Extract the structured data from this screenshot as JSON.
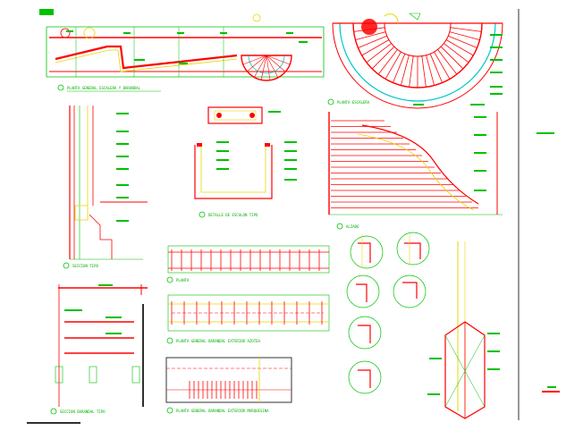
{
  "sheet": {
    "background": "#ffffff",
    "colors": {
      "wall": "#ff0000",
      "green": "#00c000",
      "yellow": "#e6d800",
      "cyan": "#00c8c8",
      "dark": "#303030",
      "white_dim": "#c0c0c0"
    }
  },
  "titles": {
    "plan_general": "PLANTA GENERAL ESCALERA Y BARANDAL",
    "plan_escalera": "PLANTA ESCALERA",
    "seccion_tipo": "SECCION TIPO",
    "detalle_escalon": "DETALLE DE ESCALON TIPO",
    "alzado": "ALZADO",
    "planta_baranda": "PLANTA",
    "planta_b2": "PLANTA",
    "planta_general_barandal": "PLANTA GENERAL BARANDAL EXTERIOR AZOTEA",
    "planta_general_barandal_2": "PLANTA GENERAL BARANDAL EXTERIOR MARQUESINA",
    "seccion_barandal_tipo": "SECCION BARANDAL TIPO"
  }
}
